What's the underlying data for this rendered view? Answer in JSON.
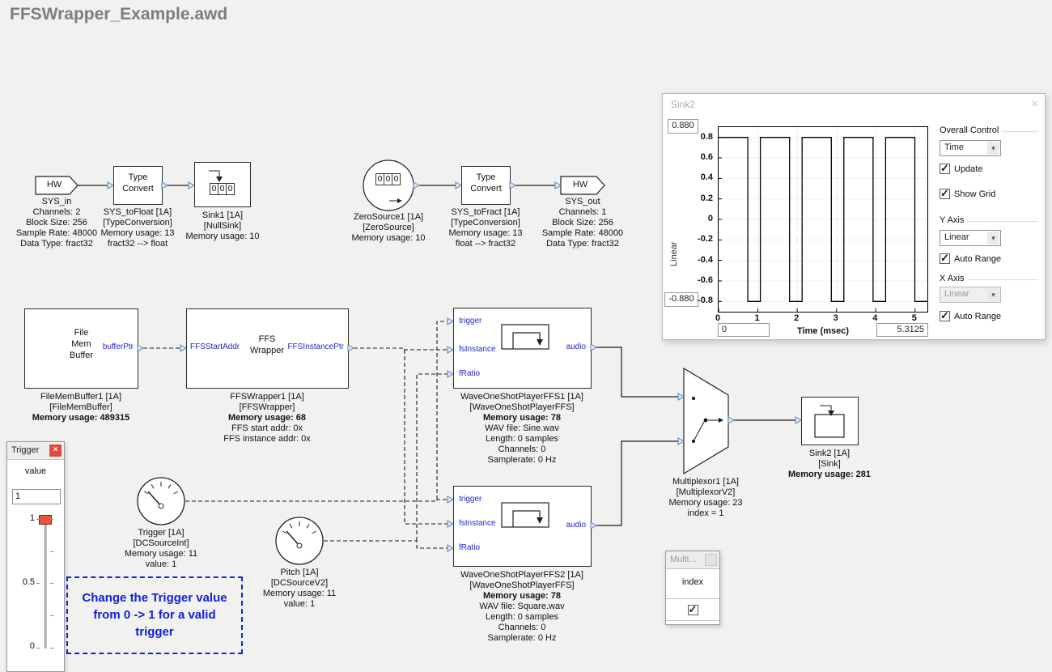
{
  "page": {
    "title": "FFSWrapper_Example.awd"
  },
  "icons": {
    "dropdown_arrow": "▾",
    "close_x": "×",
    "check": "✓"
  },
  "diagram": {
    "sys_in": {
      "label": "HW",
      "caption": [
        "SYS_in",
        "Channels: 2",
        "Block Size: 256",
        "Sample Rate: 48000",
        "Data Type: fract32"
      ]
    },
    "type_convert1": {
      "lines": [
        "Type",
        "Convert"
      ],
      "caption": [
        "SYS_toFloat [1A]",
        "[TypeConversion]",
        "Memory usage: 13",
        "fract32 --> float"
      ]
    },
    "sink1": {
      "zeros": [
        "0",
        "0",
        "0"
      ],
      "caption": [
        "Sink1 [1A]",
        "[NullSink]",
        "Memory usage: 10"
      ]
    },
    "zero_source": {
      "zeros": [
        "0",
        "0",
        "0"
      ],
      "caption": [
        "ZeroSource1 [1A]",
        "[ZeroSource]",
        "Memory usage: 10"
      ]
    },
    "type_convert2": {
      "lines": [
        "Type",
        "Convert"
      ],
      "caption": [
        "SYS_toFract [1A]",
        "[TypeConversion]",
        "Memory usage: 13",
        "float --> fract32"
      ]
    },
    "sys_out": {
      "label": "HW",
      "caption": [
        "SYS_out",
        "Channels: 1",
        "Block Size: 256",
        "Sample Rate: 48000",
        "Data Type: fract32"
      ]
    },
    "file_mem_buffer": {
      "lines": [
        "File",
        "Mem",
        "Buffer"
      ],
      "port_out": "bufferPtr",
      "caption": [
        "FileMemBuffer1 [1A]",
        "[FileMemBuffer]",
        "Memory usage: 489315"
      ]
    },
    "ffs_wrapper": {
      "lines": [
        "FFS",
        "Wrapper"
      ],
      "port_in": "FFSStartAddr",
      "port_out": "FFSInstancePtr",
      "caption": [
        "FFSWrapper1 [1A]",
        "[FFSWrapper]",
        "Memory usage: 68",
        "FFS start addr: 0x",
        "FFS instance addr: 0x"
      ]
    },
    "player1": {
      "port_trigger": "trigger",
      "port_fsinstance": "fsInstance",
      "port_fratio": "fRatio",
      "port_out": "audio",
      "caption": [
        "WaveOneShotPlayerFFS1 [1A]",
        "[WaveOneShotPlayerFFS]",
        "Memory usage: 78",
        "WAV file: Sine.wav",
        "Length: 0 samples",
        "Channels: 0",
        "Samplerate: 0 Hz"
      ]
    },
    "player2": {
      "port_trigger": "trigger",
      "port_fsinstance": "fsInstance",
      "port_fratio": "fRatio",
      "port_out": "audio",
      "caption": [
        "WaveOneShotPlayerFFS2 [1A]",
        "[WaveOneShotPlayerFFS]",
        "Memory usage: 78",
        "WAV file: Square.wav",
        "Length: 0 samples",
        "Channels: 0",
        "Samplerate: 0 Hz"
      ]
    },
    "multiplexor": {
      "caption": [
        "Multiplexor1 [1A]",
        "[MultiplexorV2]",
        "Memory usage: 23",
        "index = 1"
      ]
    },
    "sink2_block": {
      "caption": [
        "Sink2 [1A]",
        "[Sink]",
        "Memory usage: 281"
      ]
    },
    "trigger_source": {
      "caption": [
        "Trigger [1A]",
        "[DCSourceInt]",
        "Memory usage: 11",
        "value: 1"
      ]
    },
    "pitch_source": {
      "caption": [
        "Pitch [1A]",
        "[DCSourceV2]",
        "Memory usage: 11",
        "value: 1"
      ]
    },
    "annotation": "Change the Trigger value from 0 -> 1 for a valid trigger"
  },
  "sink2_window": {
    "title": "Sink2",
    "y_max_box": "0.880",
    "y_min_box": "-0.880",
    "x_min_box": "0",
    "x_max_box": "5.3125",
    "y_axis_side_label": "Linear",
    "groups": {
      "overall": {
        "label": "Overall Control",
        "dropdown": "Time",
        "update_label": "Update",
        "update_checked": true,
        "showgrid_label": "Show Grid",
        "showgrid_checked": true
      },
      "y_axis": {
        "label": "Y Axis",
        "dropdown": "Linear",
        "autorange_label": "Auto Range",
        "autorange_checked": true
      },
      "x_axis": {
        "label": "X Axis",
        "dropdown": "Linear",
        "autorange_label": "Auto Range",
        "autorange_checked": true
      }
    }
  },
  "chart_data": {
    "type": "line",
    "title": "Sink2",
    "xlabel": "Time (msec)",
    "ylabel": "Linear",
    "xlim": [
      0,
      5.3125
    ],
    "ylim": [
      -0.9,
      0.9
    ],
    "x_ticks": [
      0,
      1,
      2,
      3,
      4,
      5
    ],
    "y_ticks": [
      0.8,
      0.6,
      0.4,
      0.2,
      0,
      -0.2,
      -0.4,
      -0.6,
      -0.8
    ],
    "grid": true,
    "waveform": {
      "shape": "square",
      "amplitude": 0.8,
      "period_msec": 1.0625,
      "duty_high": 0.7,
      "start_high": true
    }
  },
  "trigger_panel": {
    "title": "Trigger",
    "value_label": "value",
    "value": "1",
    "slider_labels": [
      "1",
      "0.5",
      "0"
    ]
  },
  "multi_panel": {
    "title": "Multi...",
    "index_label": "index",
    "index_checked": true
  }
}
